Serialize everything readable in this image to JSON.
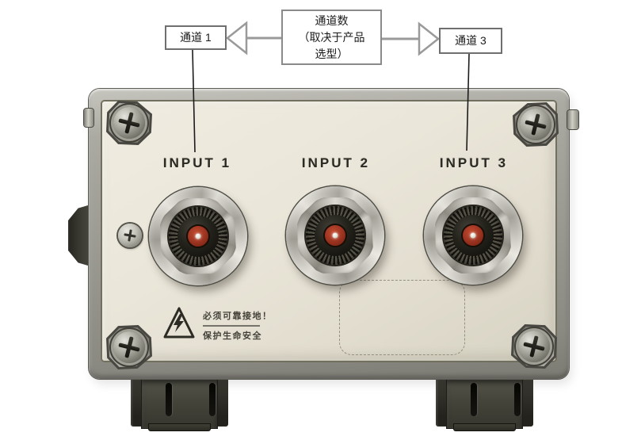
{
  "callouts": {
    "channel1_label": "通道 1",
    "channel3_label": "通道 3",
    "center_line1": "通道数",
    "center_line2": "（取决于产品",
    "center_line3": "选型）"
  },
  "device": {
    "input_labels": [
      "INPUT 1",
      "INPUT 2",
      "INPUT 3"
    ],
    "warning": {
      "line1": "必须可靠接地！",
      "line2": "保护生命安全"
    },
    "connector_count": 3
  },
  "icons": {
    "warning_icon": "high-voltage-triangle-bolt"
  },
  "colors": {
    "panel_beige": "#e9e5d8",
    "frame_gray": "#96958c",
    "connector_red": "#a03723",
    "callout_border": "#6f6f6f",
    "arrow_gray": "#9a9a9a",
    "label_text": "#2b2a23"
  }
}
